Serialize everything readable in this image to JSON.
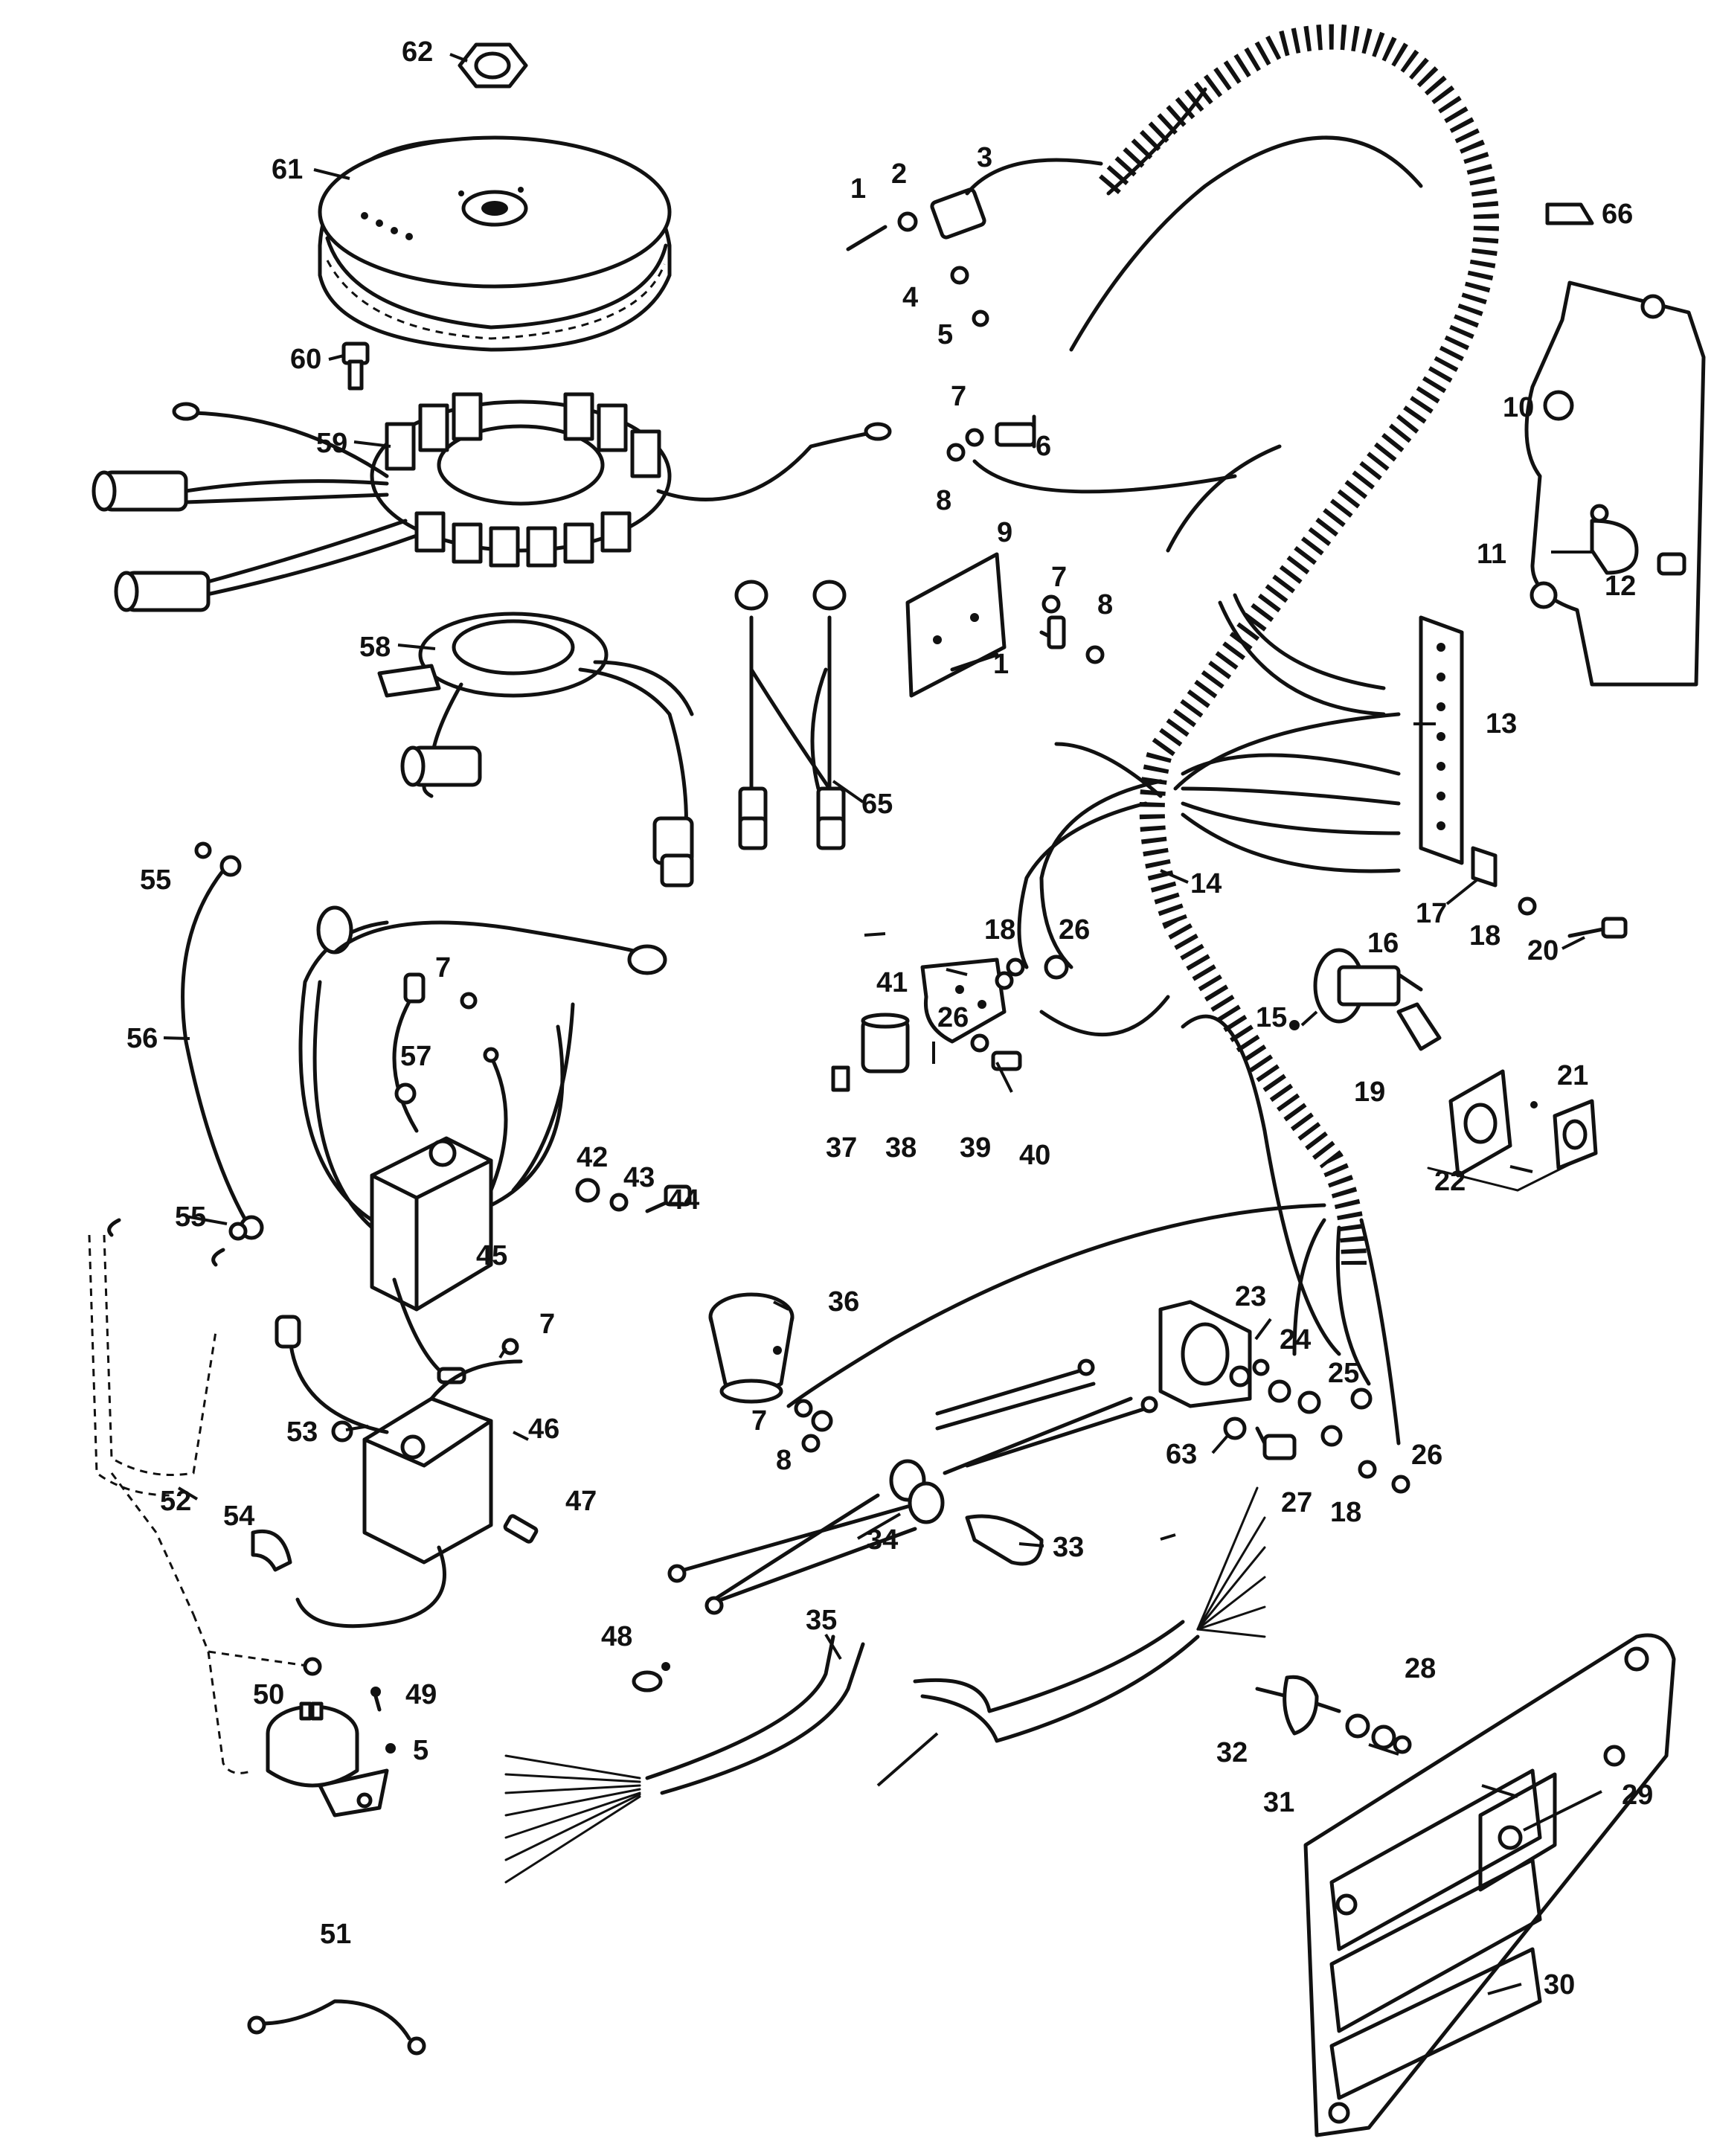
{
  "diagram": {
    "callouts": [
      {
        "n": "62"
      },
      {
        "n": "61"
      },
      {
        "n": "60"
      },
      {
        "n": "59"
      },
      {
        "n": "58"
      },
      {
        "n": "65"
      },
      {
        "n": "1"
      },
      {
        "n": "2"
      },
      {
        "n": "3"
      },
      {
        "n": "4"
      },
      {
        "n": "5"
      },
      {
        "n": "7"
      },
      {
        "n": "6"
      },
      {
        "n": "8"
      },
      {
        "n": "9"
      },
      {
        "n": "7"
      },
      {
        "n": "8"
      },
      {
        "n": "1"
      },
      {
        "n": "66"
      },
      {
        "n": "10"
      },
      {
        "n": "11"
      },
      {
        "n": "12"
      },
      {
        "n": "13"
      },
      {
        "n": "14"
      },
      {
        "n": "17"
      },
      {
        "n": "18"
      },
      {
        "n": "20"
      },
      {
        "n": "16"
      },
      {
        "n": "15"
      },
      {
        "n": "19"
      },
      {
        "n": "21"
      },
      {
        "n": "22"
      },
      {
        "n": "18"
      },
      {
        "n": "26"
      },
      {
        "n": "41"
      },
      {
        "n": "26"
      },
      {
        "n": "37"
      },
      {
        "n": "38"
      },
      {
        "n": "39"
      },
      {
        "n": "40"
      },
      {
        "n": "55"
      },
      {
        "n": "56"
      },
      {
        "n": "7"
      },
      {
        "n": "57"
      },
      {
        "n": "42"
      },
      {
        "n": "43"
      },
      {
        "n": "44"
      },
      {
        "n": "45"
      },
      {
        "n": "55"
      },
      {
        "n": "7"
      },
      {
        "n": "53"
      },
      {
        "n": "46"
      },
      {
        "n": "47"
      },
      {
        "n": "54"
      },
      {
        "n": "52"
      },
      {
        "n": "36"
      },
      {
        "n": "7"
      },
      {
        "n": "8"
      },
      {
        "n": "23"
      },
      {
        "n": "24"
      },
      {
        "n": "25"
      },
      {
        "n": "26"
      },
      {
        "n": "63"
      },
      {
        "n": "27"
      },
      {
        "n": "18"
      },
      {
        "n": "34"
      },
      {
        "n": "33"
      },
      {
        "n": "48"
      },
      {
        "n": "35"
      },
      {
        "n": "49"
      },
      {
        "n": "50"
      },
      {
        "n": "5"
      },
      {
        "n": "28"
      },
      {
        "n": "32"
      },
      {
        "n": "31"
      },
      {
        "n": "29"
      },
      {
        "n": "51"
      },
      {
        "n": "30"
      }
    ]
  }
}
